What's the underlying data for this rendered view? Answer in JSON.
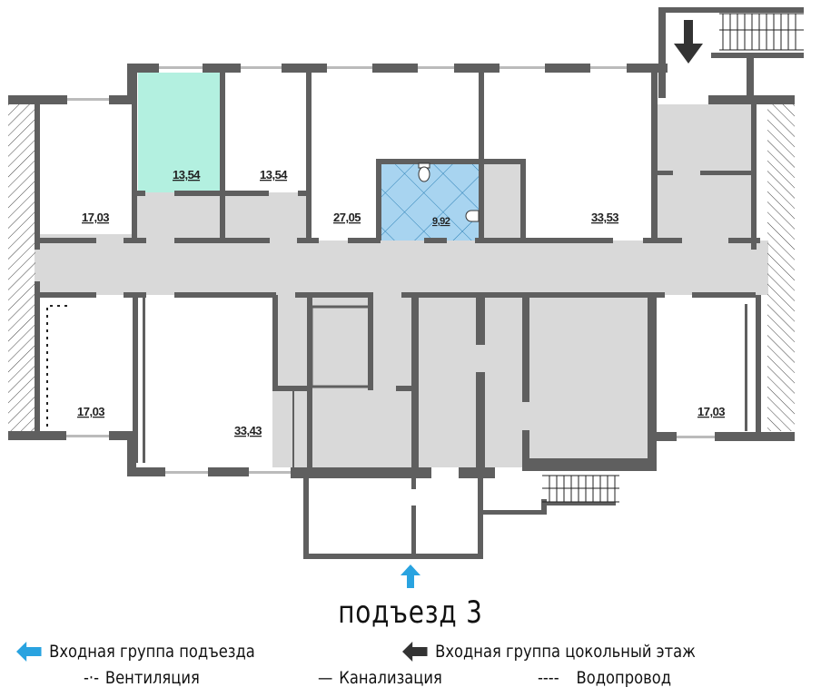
{
  "plan": {
    "title": "подъезд 3",
    "rooms": [
      {
        "id": "room-top-left",
        "area": "17,03",
        "highlighted": false
      },
      {
        "id": "room-top-2",
        "area": "13,54",
        "highlighted": true
      },
      {
        "id": "room-top-3",
        "area": "13,54",
        "highlighted": false
      },
      {
        "id": "room-top-4",
        "area": "27,05",
        "highlighted": false
      },
      {
        "id": "bathroom",
        "area": "9,92",
        "highlighted": false,
        "type": "bathroom"
      },
      {
        "id": "room-top-right",
        "area": "33,53",
        "highlighted": false
      },
      {
        "id": "room-bottom-left",
        "area": "17,03",
        "highlighted": false
      },
      {
        "id": "room-bottom-2",
        "area": "33,43",
        "highlighted": false
      },
      {
        "id": "room-bottom-right",
        "area": "17,03",
        "highlighted": false
      }
    ],
    "colors": {
      "wall": "#5f5f5f",
      "corridor": "#d9d9d9",
      "highlight_room": "#b3f0e0",
      "bathroom_tile": "#a8d4f0",
      "bathroom_grid": "#2a7fb5",
      "entrance_arrow": "#29a3e0",
      "basement_arrow": "#333333"
    }
  },
  "legend": {
    "entrance_group": "Входная группа подъезда",
    "basement_entrance": "Входная группа цокольный этаж",
    "ventilation": "Вентиляция",
    "sewage": "Канализация",
    "water": "Водопровод",
    "ventilation_symbol": "-·-",
    "sewage_symbol": "—",
    "water_symbol": "----"
  }
}
